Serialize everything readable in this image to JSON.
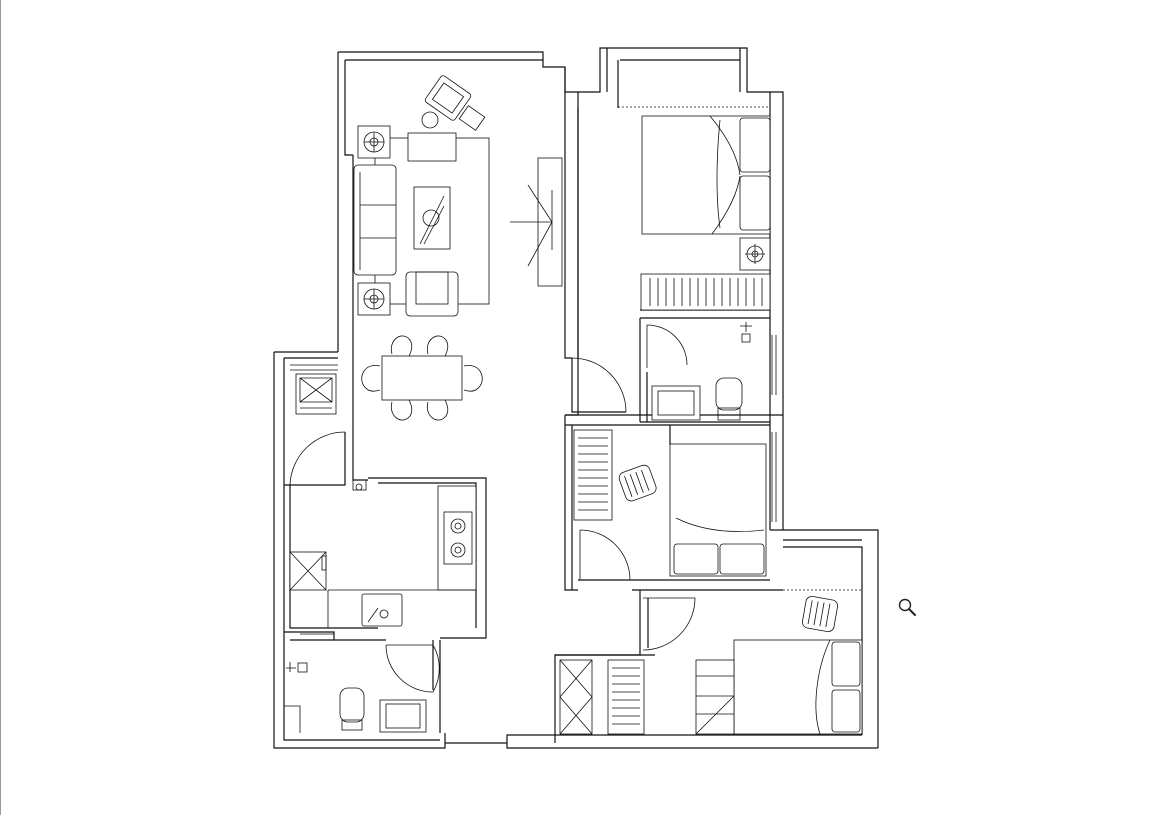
{
  "viewer": {
    "zoom_icon": "magnifier-icon",
    "colors": {
      "line": "#111111",
      "background": "#ffffff",
      "frame_edge": "#9a9a9a"
    }
  },
  "floor_plan": {
    "rooms": [
      "living-room",
      "dining-area",
      "kitchen",
      "bathroom-1",
      "master-bedroom",
      "ensuite-bathroom",
      "bedroom-2",
      "bedroom-3",
      "balcony-north",
      "balcony-east"
    ],
    "labels": []
  }
}
